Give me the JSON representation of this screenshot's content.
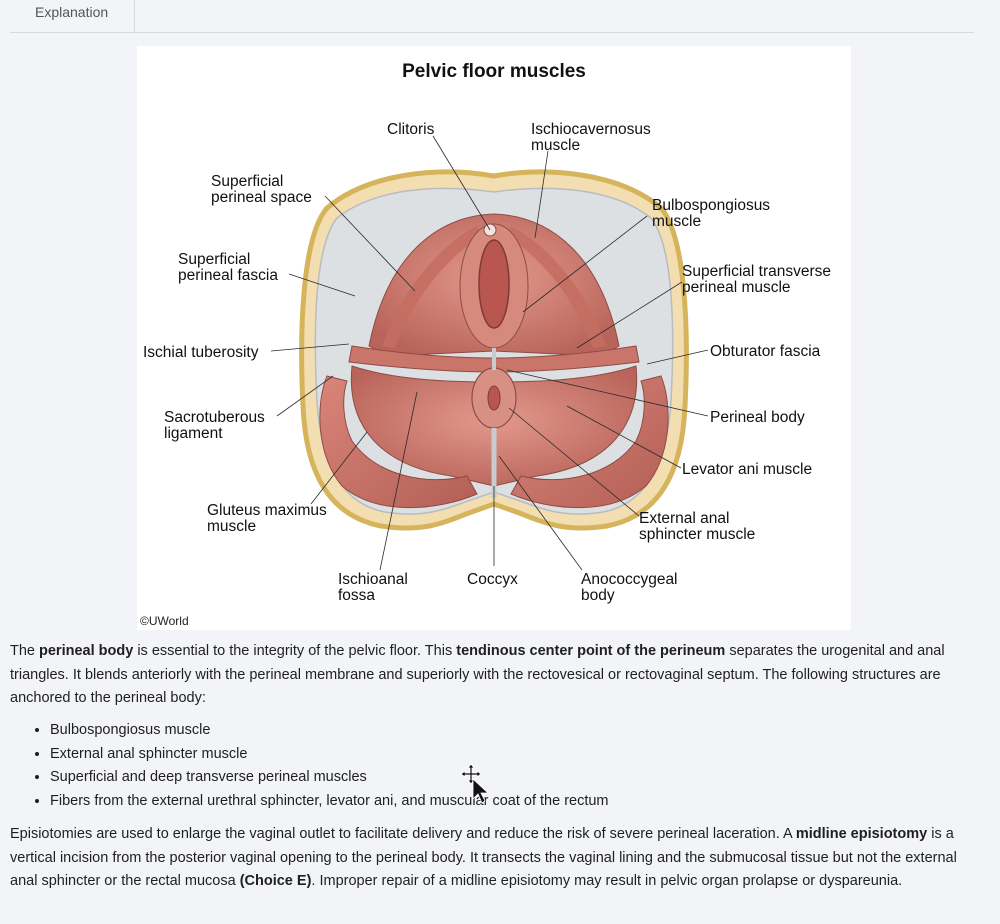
{
  "tabs": [
    {
      "label": "Explanation"
    }
  ],
  "figure": {
    "title": "Pelvic floor muscles",
    "copyright": "©UWorld",
    "labels": {
      "clitoris": [
        "Clitoris"
      ],
      "ischiocavernosus": [
        "Ischiocavernosus",
        "muscle"
      ],
      "sup_perineal_space": [
        "Superficial",
        "perineal space"
      ],
      "bulbospongiosus": [
        "Bulbospongiosus",
        "muscle"
      ],
      "sup_perineal_fascia": [
        "Superficial",
        "perineal fascia"
      ],
      "sup_transverse": [
        "Superficial transverse",
        "perineal muscle"
      ],
      "ischial_tuberosity": [
        "Ischial tuberosity"
      ],
      "obturator_fascia": [
        "Obturator fascia"
      ],
      "sacrotuberous": [
        "Sacrotuberous",
        "ligament"
      ],
      "perineal_body": [
        "Perineal body"
      ],
      "levator_ani": [
        "Levator ani muscle"
      ],
      "gluteus": [
        "Gluteus maximus",
        "muscle"
      ],
      "ext_anal_sphincter": [
        "External anal",
        "sphincter muscle"
      ],
      "ischioanal": [
        "Ischioanal",
        "fossa"
      ],
      "coccyx": [
        "Coccyx"
      ],
      "anococcygeal": [
        "Anococcygeal",
        "body"
      ]
    }
  },
  "explanation": {
    "p1": [
      {
        "t": "The ",
        "b": false
      },
      {
        "t": "perineal body",
        "b": true
      },
      {
        "t": " is essential to the integrity of the pelvic floor.  This ",
        "b": false
      },
      {
        "t": "tendinous center point of the perineum",
        "b": true
      },
      {
        "t": " separates the urogenital and anal triangles.  It blends anteriorly with the perineal membrane and superiorly with the rectovesical or rectovaginal septum.  The following structures are anchored to the perineal body:",
        "b": false
      }
    ],
    "list": [
      "Bulbospongiosus muscle",
      "External anal sphincter muscle",
      "Superficial and deep transverse perineal muscles",
      "Fibers from the external urethral sphincter, levator ani, and muscular coat of the rectum"
    ],
    "p2": [
      {
        "t": "Episiotomies are used to enlarge the vaginal outlet to facilitate delivery and reduce the risk of severe perineal laceration.  A ",
        "b": false
      },
      {
        "t": "midline episiotomy",
        "b": true
      },
      {
        "t": " is a vertical incision from the posterior vaginal opening to the perineal body.  It transects the vaginal lining and the submucosal tissue but not the external anal sphincter or the rectal mucosa ",
        "b": false
      },
      {
        "t": "(Choice E)",
        "b": true
      },
      {
        "t": ".  Improper repair of a midline episiotomy may result in pelvic organ prolapse or dyspareunia.",
        "b": false
      }
    ]
  },
  "colors": {
    "page_bg": "#f3f4f8",
    "muscle": "#c9756a",
    "fat": "#f0dc9a",
    "fascia": "#d9dcdf"
  }
}
